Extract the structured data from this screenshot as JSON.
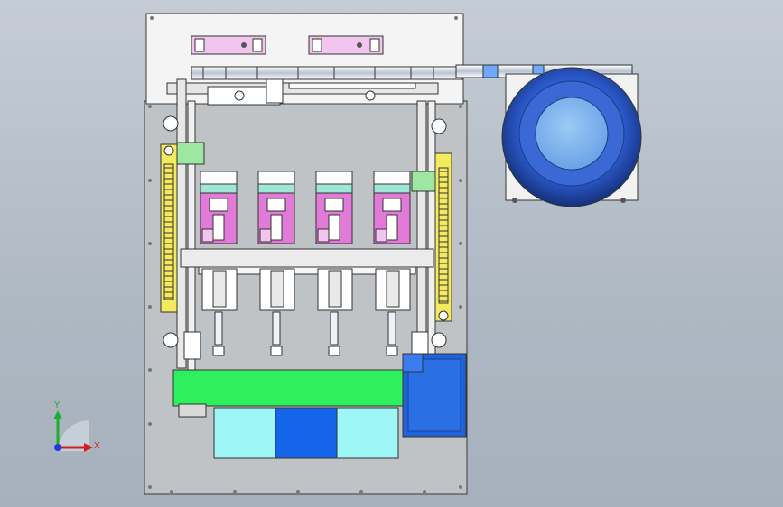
{
  "viewport": {
    "background_top": "#c5ccd5",
    "background_bottom": "#a7b1bd"
  },
  "colors": {
    "frame_plate": "#bfc3c6",
    "top_plate": "#f4f4f4",
    "outline": "#3a3a3a",
    "rail": "#d9d9d9",
    "magenta_block": "#e27ad8",
    "yellow_guide": "#f3ea5f",
    "green_base": "#2ef05c",
    "green_bracket": "#9ee7a2",
    "cyan_box": "#9ff6f7",
    "blue_box": "#1565ea",
    "blue_bin": "#1f63d8",
    "bowl_outer": "#2a58c8",
    "bowl_inner": "#7fb6ef",
    "bowl_plate": "#f2f2f2",
    "axis_x": "#d11f1f",
    "axis_y": "#1fae2c",
    "axis_z": "#1f3be0"
  },
  "stations": [
    {
      "id": 1
    },
    {
      "id": 2
    },
    {
      "id": 3
    },
    {
      "id": 4
    }
  ],
  "bins": [
    {
      "color": "#9ff6f7"
    },
    {
      "color": "#1565ea"
    },
    {
      "color": "#9ff6f7"
    }
  ],
  "triad": {
    "x_label": "X",
    "y_label": "Y"
  }
}
